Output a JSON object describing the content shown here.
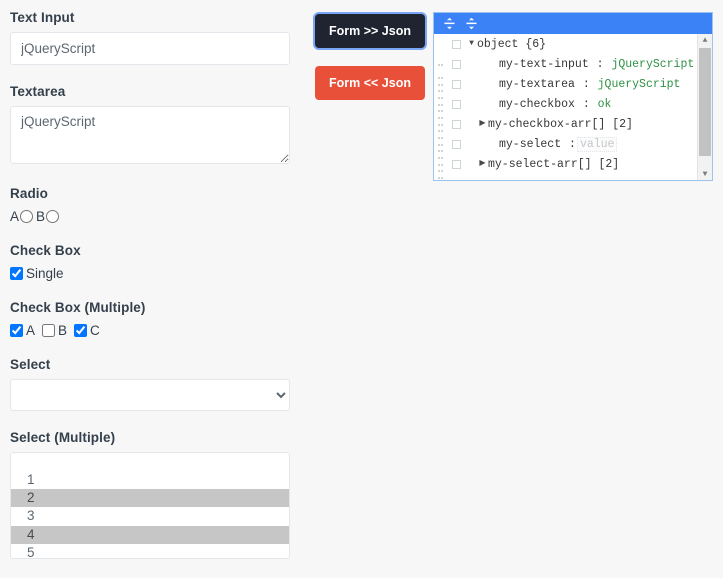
{
  "form": {
    "text_input": {
      "label": "Text Input",
      "value": "jQueryScript"
    },
    "textarea": {
      "label": "Textarea",
      "value": "jQueryScript"
    },
    "radio": {
      "label": "Radio",
      "options": [
        {
          "label": "A",
          "checked": false
        },
        {
          "label": "B",
          "checked": false
        }
      ]
    },
    "checkbox_single": {
      "label": "Check Box",
      "options": [
        {
          "label": "Single",
          "checked": true
        }
      ]
    },
    "checkbox_multiple": {
      "label": "Check Box (Multiple)",
      "options": [
        {
          "label": "A",
          "checked": true
        },
        {
          "label": "B",
          "checked": false
        },
        {
          "label": "C",
          "checked": true
        }
      ]
    },
    "select": {
      "label": "Select",
      "value": "",
      "options": [
        ""
      ]
    },
    "select_multiple": {
      "label": "Select (Multiple)",
      "options": [
        "1",
        "2",
        "3",
        "4",
        "5"
      ],
      "selected": [
        "2",
        "4"
      ]
    }
  },
  "buttons": {
    "form_to_json": "Form >> Json",
    "json_to_form": "Form << Json"
  },
  "json_viewer": {
    "toolbar": {
      "expand_all_icon": "expand-all-icon",
      "collapse_all_icon": "collapse-all-icon"
    },
    "accent_color": "#3b82f6",
    "rows": [
      {
        "indent": 0,
        "arrow": "down",
        "key": "object",
        "colon": false,
        "value": "",
        "meta": "{6}",
        "placeholder": false
      },
      {
        "indent": 1,
        "arrow": "none",
        "key": "my-text-input",
        "colon": true,
        "value": "jQueryScript",
        "meta": "",
        "placeholder": false
      },
      {
        "indent": 1,
        "arrow": "none",
        "key": "my-textarea",
        "colon": true,
        "value": "jQueryScript",
        "meta": "",
        "placeholder": false
      },
      {
        "indent": 1,
        "arrow": "none",
        "key": "my-checkbox",
        "colon": true,
        "value": "ok",
        "meta": "",
        "placeholder": false
      },
      {
        "indent": 1,
        "arrow": "right",
        "key": "my-checkbox-arr[]",
        "colon": false,
        "value": "",
        "meta": "[2]",
        "placeholder": false
      },
      {
        "indent": 1,
        "arrow": "none",
        "key": "my-select",
        "colon": true,
        "value": "value",
        "meta": "",
        "placeholder": true
      },
      {
        "indent": 1,
        "arrow": "right",
        "key": "my-select-arr[]",
        "colon": false,
        "value": "",
        "meta": "[2]",
        "placeholder": false
      }
    ],
    "scrollbar": {
      "up_icon": "scroll-up-icon",
      "down_icon": "scroll-down-icon"
    }
  }
}
